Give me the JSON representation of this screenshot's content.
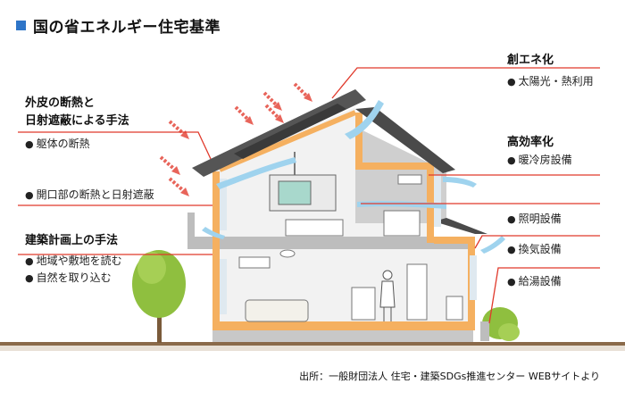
{
  "title": "国の省エネルギー住宅基準",
  "left": {
    "envelope_title_line1": "外皮の断熱と",
    "envelope_title_line2": "日射遮蔽による手法",
    "envelope_item1": "躯体の断熱",
    "envelope_item2": "開口部の断熱と日射遮蔽",
    "planning_title": "建築計画上の手法",
    "planning_item1": "地域や敷地を読む",
    "planning_item2": "自然を取り込む"
  },
  "right": {
    "energy_creation_title": "創エネ化",
    "energy_creation_item": "太陽光・熱利用",
    "efficiency_title": "高効率化",
    "efficiency_item1": "暖冷房設備",
    "efficiency_item2": "照明設備",
    "efficiency_item3": "換気設備",
    "efficiency_item4": "給湯設備"
  },
  "bullet": "●",
  "source": "出所：一般財団法人 住宅・建築SDGs推進センター WEBサイトより",
  "colors": {
    "accent_square": "#2e75c8",
    "leader_line": "#e0392b",
    "insulation": "#f5b060",
    "sun_arrow": "#e8645a",
    "air_arrow": "#9fd3ee",
    "roof": "#555555",
    "wall_gray": "#b8b8b8",
    "tree": "#8fbf3f",
    "ground": "#8a6a4a"
  }
}
